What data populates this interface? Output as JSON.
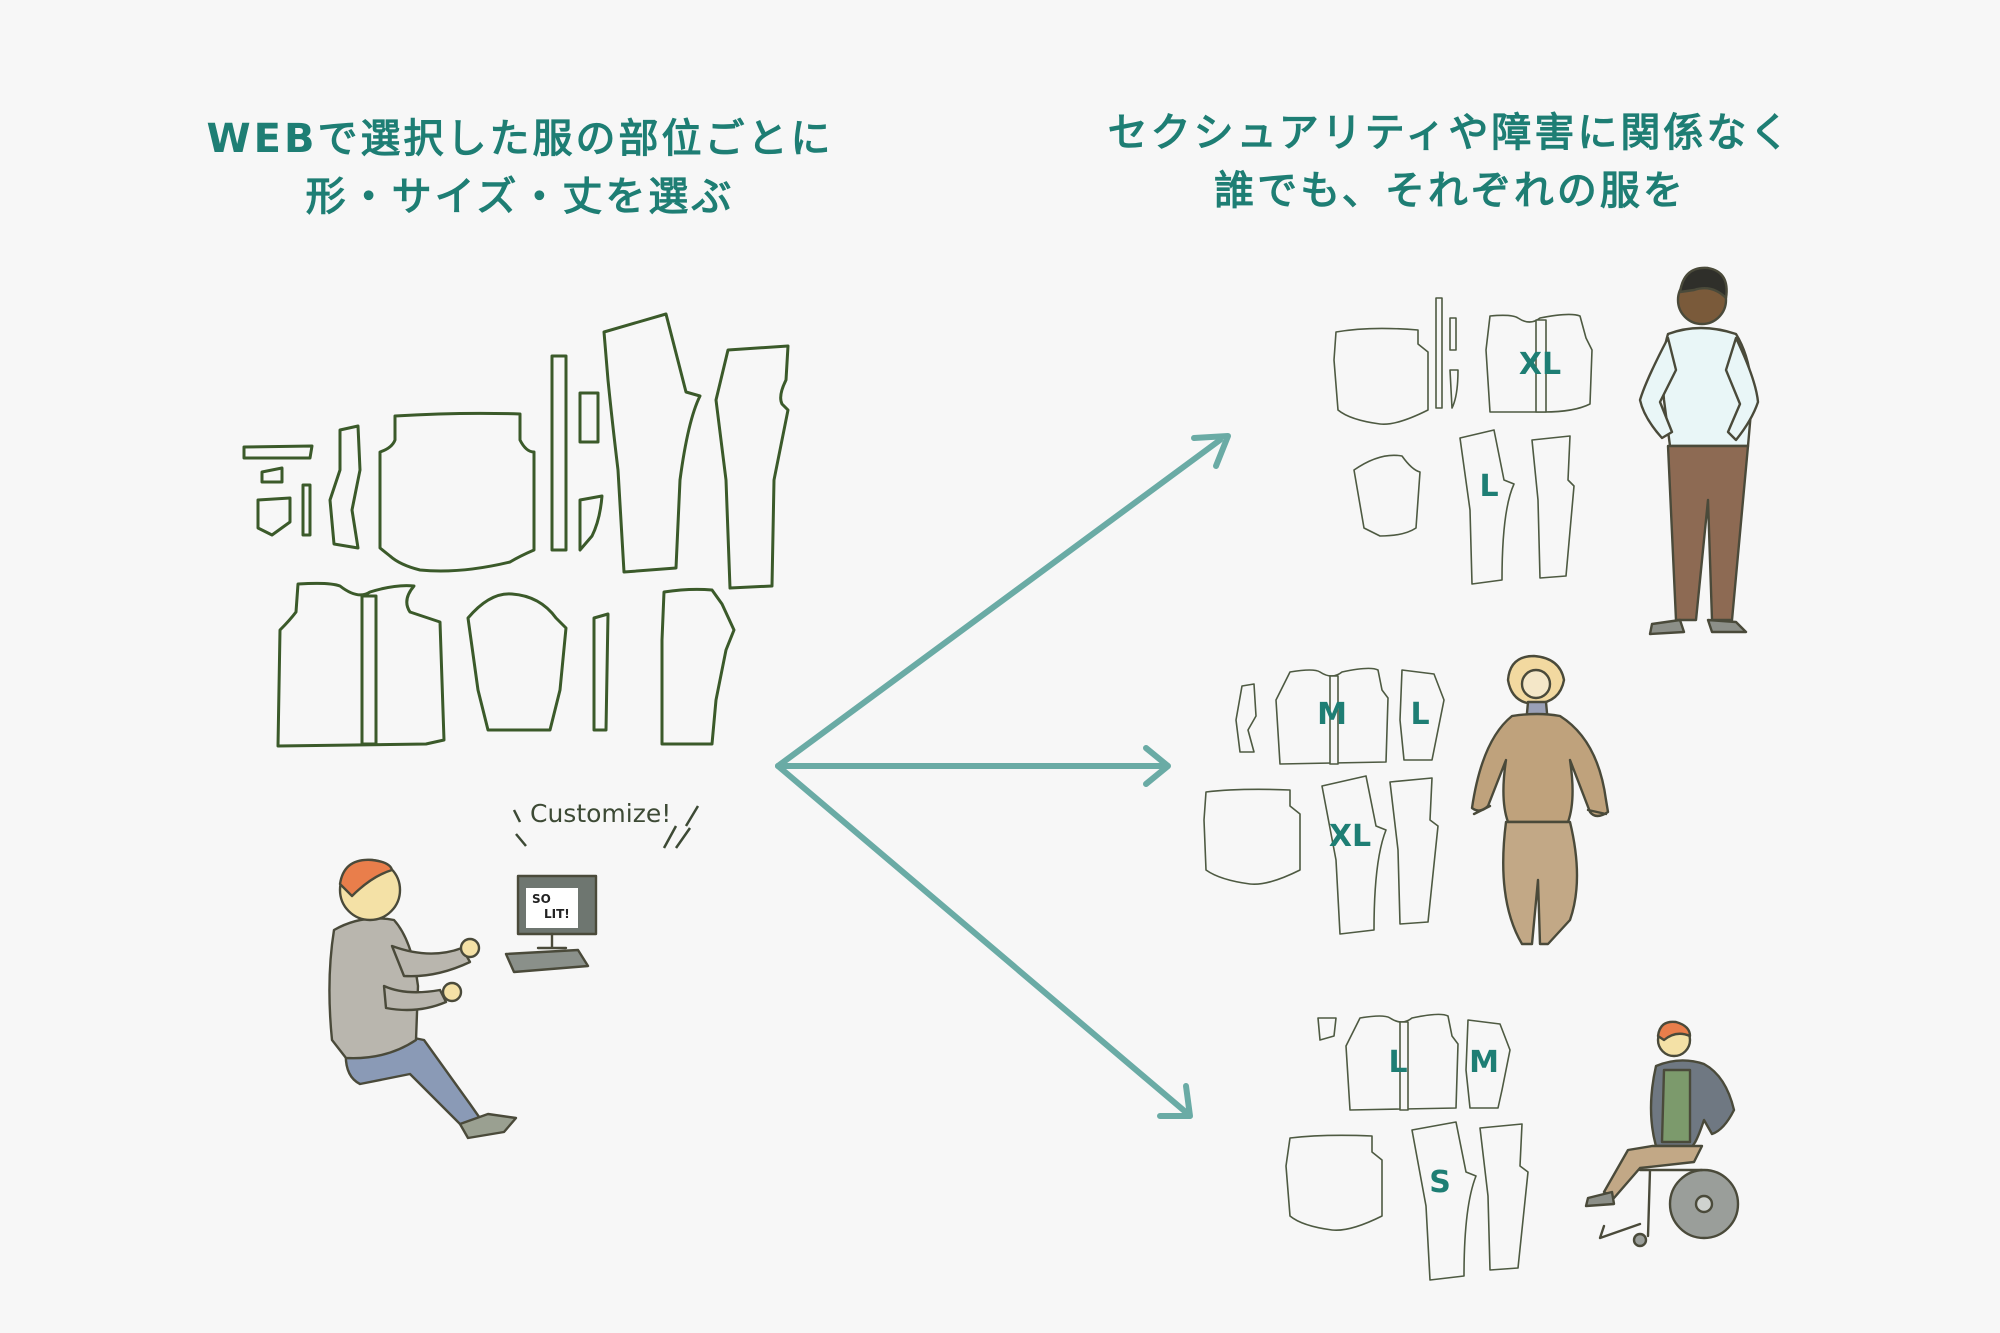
{
  "left_heading": {
    "line1": "WEBで選択した服の部位ごとに",
    "line2": "形・サイズ・丈を選ぶ"
  },
  "right_heading": {
    "line1": "セクシュアリティや障害に関係なく",
    "line2": "誰でも、それぞれの服を"
  },
  "customize_label": "Customize!",
  "screen_label": {
    "line1": "SO",
    "line2": "LIT!"
  },
  "outfits": [
    {
      "sizes": [
        "XL",
        "L"
      ]
    },
    {
      "sizes": [
        "M",
        "L",
        "XL"
      ]
    },
    {
      "sizes": [
        "L",
        "M",
        "S"
      ]
    }
  ],
  "colors": {
    "heading": "#1e7e74",
    "arrow": "#6aaba5",
    "pattern_outline": "#3b5a2a",
    "background": "#f7f7f7"
  }
}
